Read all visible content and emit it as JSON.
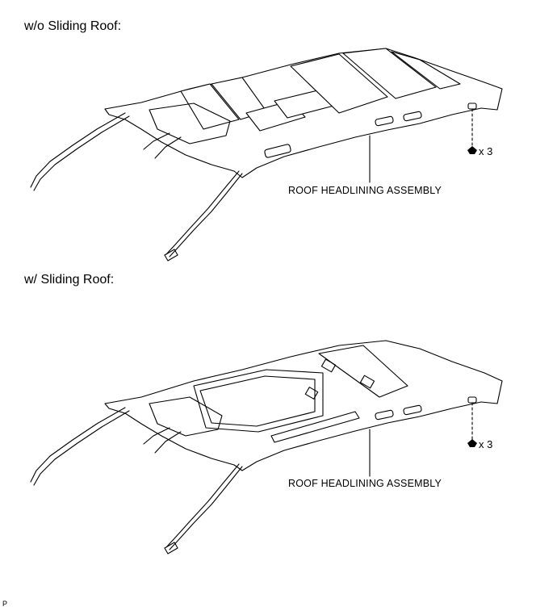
{
  "sections": [
    {
      "heading": "w/o Sliding Roof:",
      "part_label": "ROOF HEADLINING ASSEMBLY",
      "fastener_qty": "x 3"
    },
    {
      "heading": "w/ Sliding Roof:",
      "part_label": "ROOF HEADLINING ASSEMBLY",
      "fastener_qty": "x 3"
    }
  ],
  "footer_code": "P"
}
